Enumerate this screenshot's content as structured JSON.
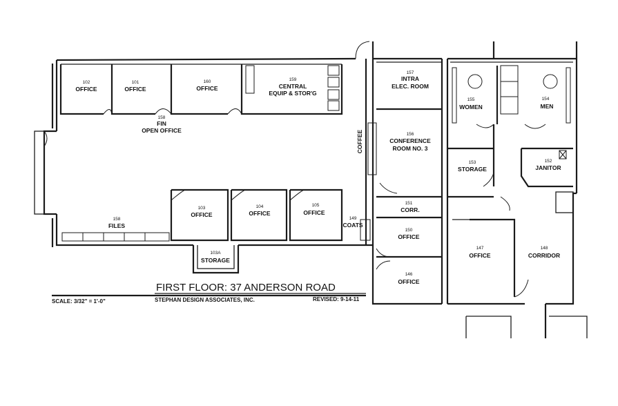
{
  "title": "FIRST FLOOR:  37 ANDERSON ROAD",
  "scale": "SCALE: 3/32\" = 1'-0\"",
  "firm": "STEPHAN DESIGN ASSOCIATES, INC.",
  "revised": "REVISED:  9-14-11",
  "rooms": [
    {
      "num": "102",
      "name": "OFFICE"
    },
    {
      "num": "101",
      "name": "OFFICE"
    },
    {
      "num": "160",
      "name": "OFFICE"
    },
    {
      "num": "159",
      "name": "CENTRAL"
    },
    {
      "num": "",
      "name": "EQUIP & STOR'G"
    },
    {
      "num": "158",
      "name": "FIN"
    },
    {
      "num": "",
      "name": "OPEN OFFICE"
    },
    {
      "num": "157",
      "name": "INTRA"
    },
    {
      "num": "",
      "name": "ELEC. ROOM"
    },
    {
      "num": "155",
      "name": "WOMEN"
    },
    {
      "num": "154",
      "name": "MEN"
    },
    {
      "num": "156",
      "name": "CONFERENCE"
    },
    {
      "num": "",
      "name": "ROOM NO. 3"
    },
    {
      "num": "",
      "name": "COFFEE"
    },
    {
      "num": "153",
      "name": "STORAGE"
    },
    {
      "num": "152",
      "name": "JANITOR"
    },
    {
      "num": "158",
      "name": "FILES"
    },
    {
      "num": "103",
      "name": "OFFICE"
    },
    {
      "num": "104",
      "name": "OFFICE"
    },
    {
      "num": "105",
      "name": "OFFICE"
    },
    {
      "num": "149",
      "name": "COATS"
    },
    {
      "num": "151",
      "name": "CORR."
    },
    {
      "num": "150",
      "name": "OFFICE"
    },
    {
      "num": "147",
      "name": "OFFICE"
    },
    {
      "num": "148",
      "name": "CORRIDOR"
    },
    {
      "num": "103A",
      "name": "STORAGE"
    },
    {
      "num": "146",
      "name": "OFFICE"
    }
  ]
}
